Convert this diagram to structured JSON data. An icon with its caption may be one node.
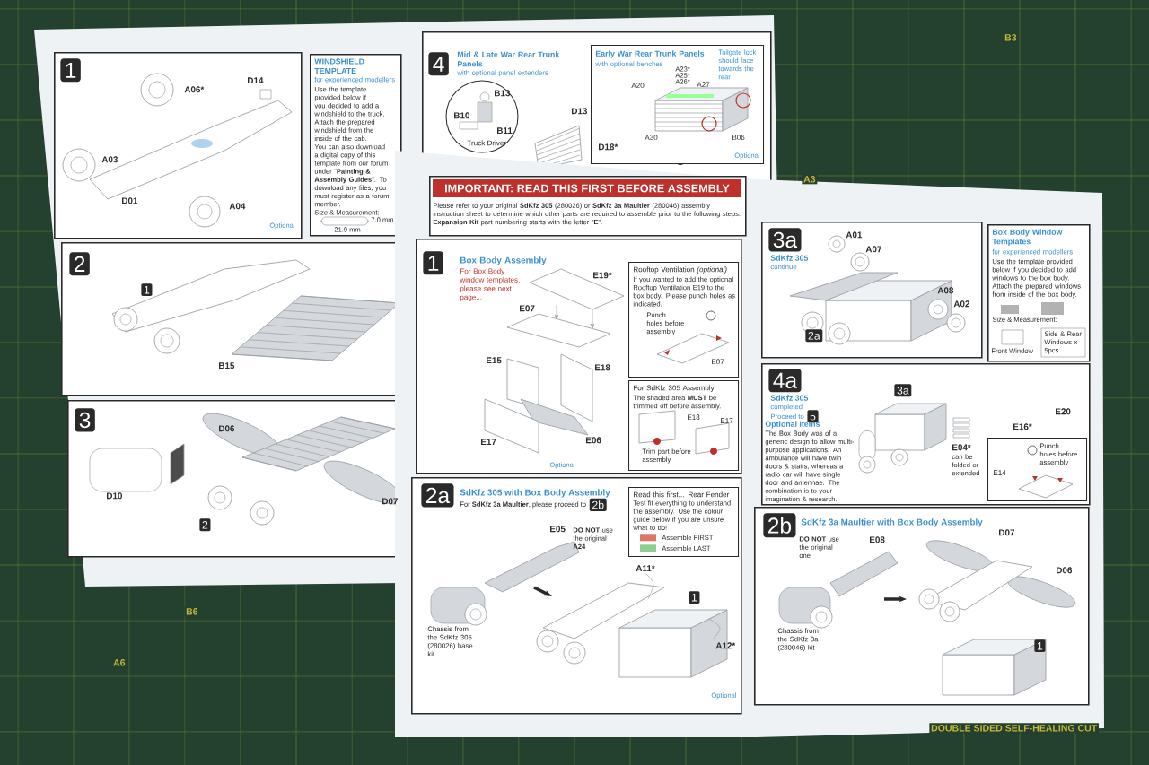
{
  "diagram": {
    "nodes": [
      {
        "text": [
          "1"
        ]
      },
      {
        "text": [
          "WINDSHIELD TEMPLATE",
          "for experienced modellers",
          "Use the template provided below if you decided to add a windshield to the truck.  Attach the prepared windshield from the inside of the cab.",
          "You can also download a digital copy of this template from our forum under \"**Painting & Assembly Guides**\".  To download any files, you must register as a forum member.",
          "Size & Measurement:"
        ]
      },
      {
        "text": [
          "2"
        ]
      },
      {
        "text": [
          "1"
        ],
        "in": 2
      },
      {
        "text": [
          "3"
        ]
      },
      {
        "text": [
          "2"
        ],
        "in": 4
      },
      {
        "text": [
          "4",
          "Mid & Late War Rear Trunk Panels",
          "with optional panel extenders"
        ]
      },
      {
        "text": [
          "B13",
          "B10",
          "B11",
          "Truck Driver"
        ],
        "in": 6
      },
      {
        "text": [
          "Early War Rear Trunk Panels",
          "with optional benches",
          "Tailgate lock should face towards the rear"
        ],
        "in": 6
      },
      {
        "text": [
          "IMPORTANT: READ THIS FIRST BEFORE ASSEMBLY",
          "Please refer to your original **SdKfz 305** (280026) or **SdKfz 3a Maultier** (280046) assembly instruction sheet to determine which other parts are required to assemble prior to the following steps.  **Expansion Kit** part numbering starts with the letter \"**E**\"."
        ]
      },
      {
        "text": [
          "1",
          "Box Body Assembly",
          "For Box Body window templates, please see next page..."
        ]
      },
      {
        "text": [
          "Rooftop Ventilation *(optional)*",
          "If you wanted to add the optional Rooftop Ventilation E19 to the box body. Please punch holes as indicated.",
          "Punch holes before assembly",
          "E07"
        ],
        "in": 10
      },
      {
        "text": [
          "For SdKfz 305 Assembly",
          "The shaded area **MUST** be trimmed off before assembly.",
          "E18",
          "E17",
          "Trim part before assembly"
        ],
        "in": 10
      },
      {
        "text": [
          "2a",
          "SdKfz 305 with Box Body Assembly",
          "For **SdKfz 3a Maultier**, please proceed to"
        ]
      },
      {
        "text": [
          "2b"
        ],
        "in": 13
      },
      {
        "text": [
          "Read this first... Rear Fender",
          "Test fit everything to understand the assembly. Use the colour guide below if you are unsure what to do!"
        ],
        "in": 13
      },
      {
        "text": [
          "1"
        ],
        "in": 13
      },
      {
        "text": [
          "3a",
          "SdKfz 305",
          "continue"
        ]
      },
      {
        "text": [
          "2a"
        ],
        "in": 17
      },
      {
        "text": [
          "Box Body Window Templates",
          "for experienced modellers",
          "Use the template provided below if you decided to add windows to the box body. Attach the prepared windows from inside of the box body.",
          "Size & Measurement:"
        ]
      },
      {
        "text": [
          "4a",
          "SdKfz 305",
          "completed",
          "Proceed to"
        ]
      },
      {
        "text": [
          "3a"
        ],
        "in": 20
      },
      {
        "text": [
          "5"
        ],
        "in": 20
      },
      {
        "text": [
          "Punch holes before assembly",
          "E14"
        ],
        "in": 20
      },
      {
        "text": [
          "2b",
          "SdKfz 3a Maultier with Box Body Assembly"
        ]
      },
      {
        "text": [
          "1"
        ],
        "in": 24
      }
    ],
    "labels": [
      "B3",
      "A3",
      "A06*",
      "D14",
      "A03",
      "D01",
      "A04",
      "Optional",
      "7.0 mm",
      "21.9 mm",
      "D13",
      "A20",
      "A23*",
      "A25*",
      "A26*",
      "A27",
      "A30",
      "B06",
      "Optional",
      "D18*",
      "B15",
      "D06",
      "D10",
      "D07",
      "A01",
      "A07",
      "A08",
      "A02",
      "Front Window",
      "Side & Rear Windows x 5pcs",
      "E19*",
      "E07",
      "E15",
      "E18",
      "E17",
      "E06",
      "Optional",
      "Optional Items",
      "The Box Body was of a generic design to allow multi-purpose applications. An ambulance will have twin doors & stairs, whereas a radio car will have single door and antennae. The combination is to your imagination & research.",
      "E04*",
      "can be folded or extended",
      "E16*",
      "E20",
      "E05",
      "**DO NOT** use the original **A24**",
      "Chassis from the SdKfz 305 (280026) base kit",
      "A11*",
      "A12*",
      "Optional",
      "B6",
      "A6",
      "**DO NOT** use the original one",
      "E08",
      "D07",
      "D06",
      "Chassis from the SdKfz 3a (280046) kit",
      "DOUBLE SIDED SELF-HEALING CUT"
    ],
    "legend": [
      {
        "text": "Assemble FIRST",
        "color": "#d9776b"
      },
      {
        "text": "Assemble LAST",
        "color": "#8fce8f"
      }
    ]
  }
}
